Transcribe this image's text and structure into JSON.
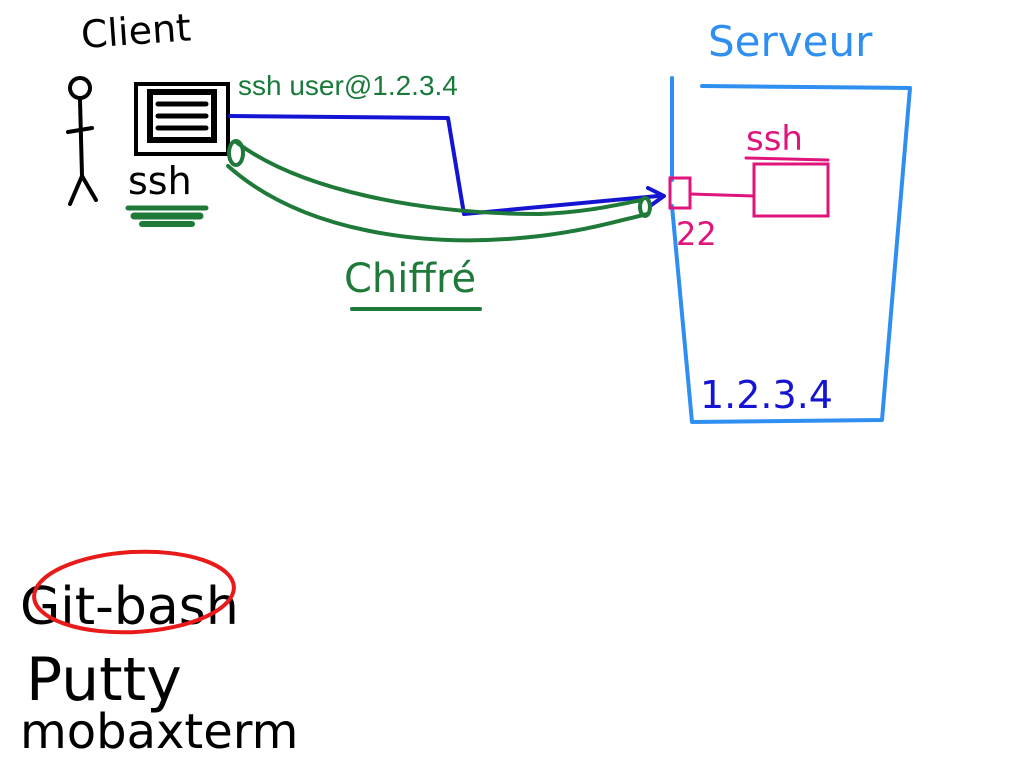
{
  "client": {
    "label": "Client",
    "tool_label": "ssh"
  },
  "command": {
    "text": "ssh user@1.2.3.4"
  },
  "tunnel": {
    "label": "Chiffré"
  },
  "server": {
    "label": "Serveur",
    "service_label": "ssh",
    "port": "22",
    "ip": "1.2.3.4"
  },
  "tools": {
    "items": [
      "Git-bash",
      "Putty",
      "mobaxterm"
    ],
    "highlighted": "Git-bash"
  },
  "colors": {
    "ink": "#000000",
    "command": "#1a7a3a",
    "tunnel": "#1f7a3a",
    "connection": "#1414d2",
    "server": "#2f8ff0",
    "port": "#e0157c",
    "ip": "#1414d2",
    "highlight": "#e81a1a"
  }
}
